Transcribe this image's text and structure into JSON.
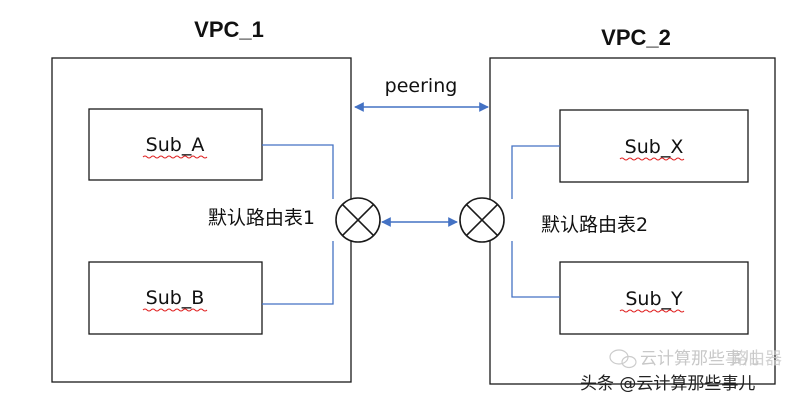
{
  "vpcs": [
    {
      "title": "VPC_1",
      "subnets": [
        "Sub_A",
        "Sub_B"
      ],
      "route_table": "默认路由表1"
    },
    {
      "title": "VPC_2",
      "subnets": [
        "Sub_X",
        "Sub_Y"
      ],
      "route_table": "默认路由表2"
    }
  ],
  "peering_label": "peering",
  "watermark": {
    "main": "头条 @云计算那些事儿",
    "faint": "云计算那些事儿",
    "faint_logo": "路由器"
  },
  "colors": {
    "connector": "#4472C4",
    "box_border": "#1a1a1a",
    "spellcheck_underline": "#e02020"
  }
}
